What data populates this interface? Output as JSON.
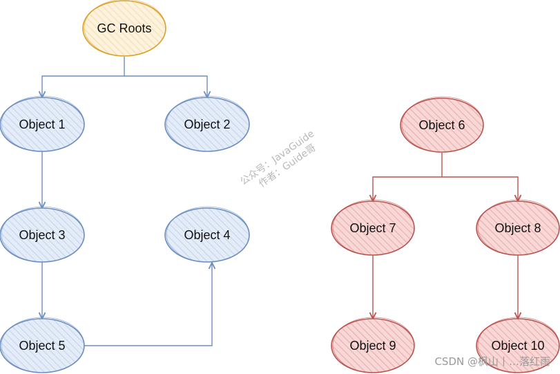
{
  "diagram": {
    "colors": {
      "root_fill": "#fdf2de",
      "root_stroke": "#d9a22a",
      "blue_fill": "#e4ecf8",
      "blue_stroke": "#6c8ebf",
      "blue_hatch": "#c6d6ef",
      "red_fill": "#f8d7d7",
      "red_stroke": "#b85450",
      "red_hatch": "#eab0ae"
    },
    "nodes": {
      "gc_roots": {
        "label": "GC Roots"
      },
      "object1": {
        "label": "Object 1"
      },
      "object2": {
        "label": "Object 2"
      },
      "object3": {
        "label": "Object 3"
      },
      "object4": {
        "label": "Object 4"
      },
      "object5": {
        "label": "Object 5"
      },
      "object6": {
        "label": "Object 6"
      },
      "object7": {
        "label": "Object 7"
      },
      "object8": {
        "label": "Object 8"
      },
      "object9": {
        "label": "Object 9"
      },
      "object10": {
        "label": "Object 10"
      }
    },
    "edges": [
      {
        "from": "gc_roots",
        "to": "object1"
      },
      {
        "from": "gc_roots",
        "to": "object2"
      },
      {
        "from": "object1",
        "to": "object3"
      },
      {
        "from": "object3",
        "to": "object5"
      },
      {
        "from": "object5",
        "to": "object4"
      },
      {
        "from": "object6",
        "to": "object7"
      },
      {
        "from": "object6",
        "to": "object8"
      },
      {
        "from": "object7",
        "to": "object9"
      },
      {
        "from": "object8",
        "to": "object10"
      }
    ]
  },
  "watermark": {
    "line1": "公众号：JavaGuide",
    "line2": "作者：Guide哥"
  },
  "footer": {
    "csdn_credit": "CSDN @枫山丨…落红雨"
  }
}
